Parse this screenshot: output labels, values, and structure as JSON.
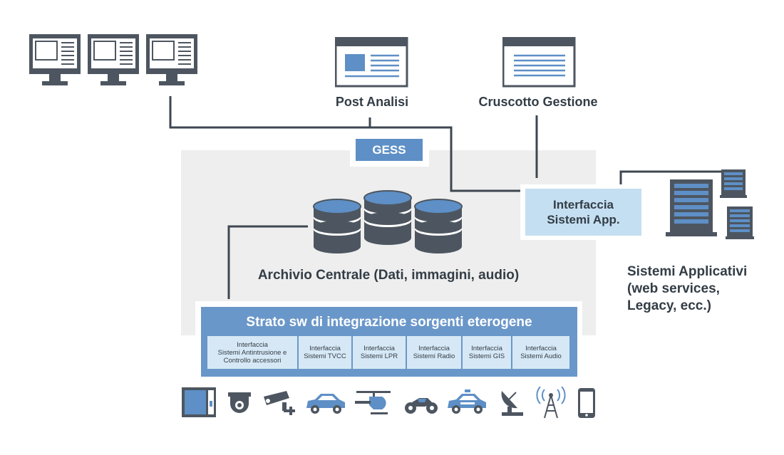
{
  "diagram": {
    "gess_label": "GESS",
    "post_analisi": "Post Analisi",
    "cruscotto_gestione": "Cruscotto Gestione",
    "archivio_centrale": "Archivio Centrale (Dati, immagini, audio)",
    "interfaccia_sistemi_app": [
      "Interfaccia",
      "Sistemi App."
    ],
    "sistemi_applicativi": [
      "Sistemi Applicativi",
      "(web services,",
      "Legacy, ecc.)"
    ],
    "strato_title": "Strato sw di integrazione sorgenti eterogene",
    "interfaces": [
      {
        "lines": [
          "Interfaccia",
          "Sistemi Antintrusione e",
          "Controllo accessori"
        ]
      },
      {
        "lines": [
          "Interfaccia",
          "Sistemi TVCC"
        ]
      },
      {
        "lines": [
          "Interfaccia",
          "Sistemi LPR"
        ]
      },
      {
        "lines": [
          "Interfaccia",
          "Sistemi Radio"
        ]
      },
      {
        "lines": [
          "Interfaccia",
          "Sistemi GIS"
        ]
      },
      {
        "lines": [
          "Interfaccia",
          "Sistemi Audio"
        ]
      }
    ],
    "devices": [
      "access-panel-icon",
      "dome-camera-icon",
      "bullet-camera-icon",
      "car-icon",
      "helicopter-icon",
      "motorcycle-icon",
      "police-car-icon",
      "satellite-dish-icon",
      "radio-antenna-icon",
      "smartphone-icon"
    ]
  },
  "colors": {
    "accent_blue": "#5e8fc6",
    "light_blue": "#c4dff1",
    "dark_gray": "#4d5660",
    "area_gray": "#eeeeee"
  }
}
